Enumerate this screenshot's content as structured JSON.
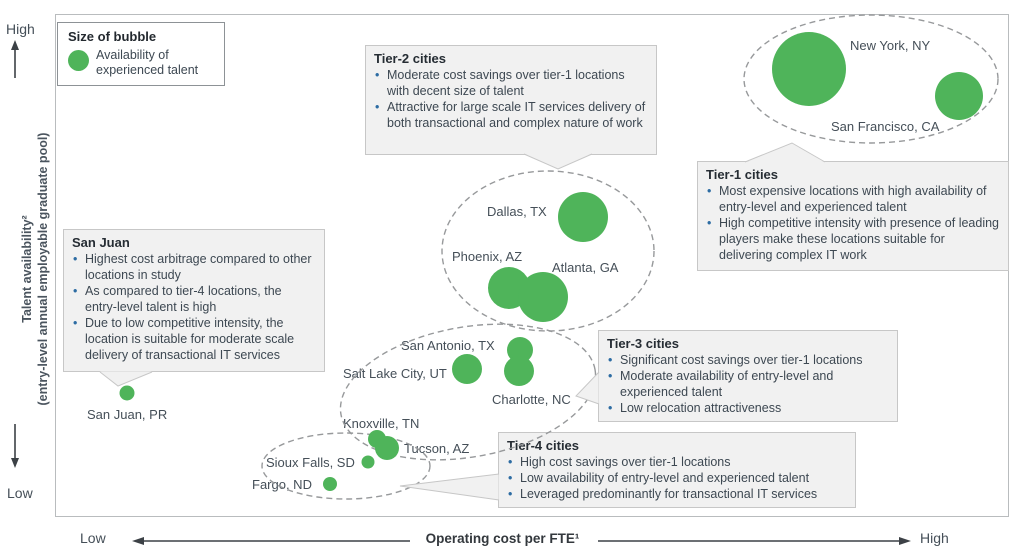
{
  "colors": {
    "bubble": "#4FB45A",
    "ellipse_stroke": "#97999B",
    "callout_bg": "#F1F1F1",
    "callout_border": "#C7C7C7",
    "bullet": "#2D6CA3",
    "body_text": "#3D4852",
    "axis_text": "#454F58"
  },
  "legend": {
    "title": "Size of bubble",
    "item": "Availability of experienced talent"
  },
  "y_axis": {
    "high": "High",
    "low": "Low",
    "label_line1": "Talent availability²",
    "label_line2": "(entry-level annual employable graduate pool)"
  },
  "x_axis": {
    "low": "Low",
    "high": "High",
    "label": "Operating cost per FTE¹"
  },
  "callouts": {
    "tier2": {
      "title": "Tier-2 cities",
      "bullets": [
        "Moderate cost savings over tier-1 locations with decent size of talent",
        "Attractive for large scale IT services delivery of both transactional and complex nature of work"
      ]
    },
    "tier1": {
      "title": "Tier-1 cities",
      "bullets": [
        "Most expensive locations with high availability of entry-level and experienced talent",
        "High competitive intensity with presence of leading players make these locations suitable for delivering complex IT work"
      ]
    },
    "sanjuan": {
      "title": "San Juan",
      "bullets": [
        "Highest cost arbitrage compared to other locations in study",
        "As compared to tier-4 locations, the entry-level talent is high",
        "Due to low competitive intensity, the location is suitable for moderate scale delivery of transactional IT services"
      ]
    },
    "tier3": {
      "title": "Tier-3 cities",
      "bullets": [
        "Significant cost savings over tier-1 locations",
        "Moderate availability of entry-level and experienced talent",
        "Low relocation attractiveness"
      ]
    },
    "tier4": {
      "title": "Tier-4 cities",
      "bullets": [
        "High cost savings over tier-1 locations",
        "Low availability of entry-level and experienced talent",
        "Leveraged predominantly for transactional IT services"
      ]
    }
  },
  "chart_data": {
    "type": "scatter",
    "title": "",
    "xlabel": "Operating cost per FTE¹",
    "ylabel": "Talent availability² (entry-level annual employable graduate pool)",
    "x_axis_scale": [
      "Low",
      "High"
    ],
    "y_axis_scale": [
      "Low",
      "High"
    ],
    "bubble_size_meaning": "Availability of experienced talent",
    "grid": false,
    "points": [
      {
        "city": "New York, NY",
        "tier": "Tier-1",
        "x": 79,
        "y": 89,
        "size": 100
      },
      {
        "city": "San Francisco, CA",
        "tier": "Tier-1",
        "x": 95,
        "y": 84,
        "size": 65
      },
      {
        "city": "Dallas, TX",
        "tier": "Tier-2",
        "x": 55,
        "y": 60,
        "size": 68
      },
      {
        "city": "Phoenix, AZ",
        "tier": "Tier-2",
        "x": 48,
        "y": 46,
        "size": 57
      },
      {
        "city": "Atlanta, GA",
        "tier": "Tier-2",
        "x": 51,
        "y": 44,
        "size": 68
      },
      {
        "city": "San Antonio, TX",
        "tier": "Tier-3",
        "x": 49,
        "y": 33,
        "size": 36
      },
      {
        "city": "Salt Lake City, UT",
        "tier": "Tier-3",
        "x": 43,
        "y": 29,
        "size": 41
      },
      {
        "city": "Charlotte, NC",
        "tier": "Tier-3",
        "x": 49,
        "y": 29,
        "size": 41
      },
      {
        "city": "Knoxville, TN",
        "tier": "Tier-3",
        "x": 34,
        "y": 16,
        "size": 25
      },
      {
        "city": "Tucson, AZ",
        "tier": "Tier-3",
        "x": 35,
        "y": 14,
        "size": 33
      },
      {
        "city": "Sioux Falls, SD",
        "tier": "Tier-4",
        "x": 33,
        "y": 11,
        "size": 18
      },
      {
        "city": "Fargo, ND",
        "tier": "Tier-4",
        "x": 29,
        "y": 7,
        "size": 19
      },
      {
        "city": "San Juan, PR",
        "tier": "San Juan",
        "x": 8,
        "y": 25,
        "size": 20
      }
    ]
  }
}
